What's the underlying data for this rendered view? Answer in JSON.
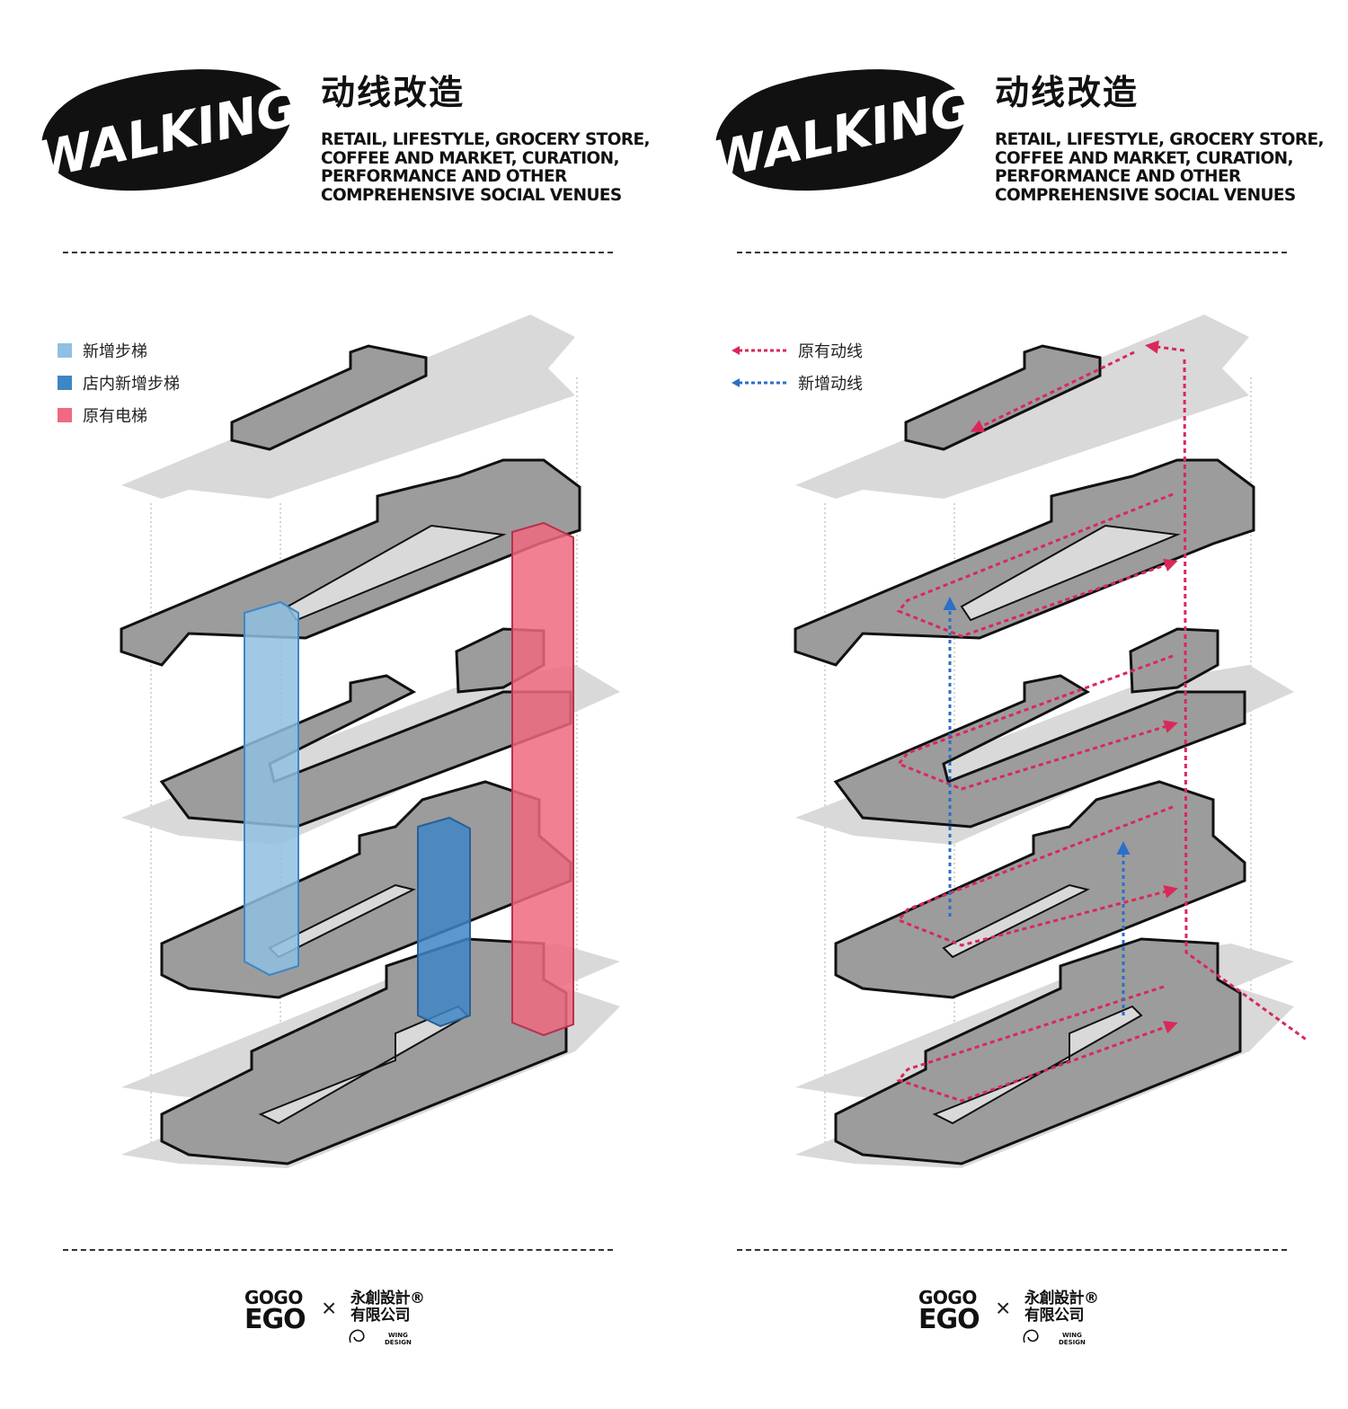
{
  "panels": [
    {
      "logo_text": "WALKING",
      "title": "动线改造",
      "subtitle_lines": [
        "RETAIL, LIFESTYLE, GROCERY STORE,",
        "COFFEE AND MARKET, CURATION,",
        "PERFORMANCE AND OTHER",
        "COMPREHENSIVE SOCIAL VENUES"
      ],
      "legend": [
        {
          "label": "新增步梯",
          "color": "#8fc0e2"
        },
        {
          "label": "店内新增步梯",
          "color": "#3f86c4"
        },
        {
          "label": "原有电梯",
          "color": "#ef6a80"
        }
      ]
    },
    {
      "logo_text": "WALKING",
      "title": "动线改造",
      "subtitle_lines": [
        "RETAIL, LIFESTYLE, GROCERY STORE,",
        "COFFEE AND MARKET, CURATION,",
        "PERFORMANCE AND OTHER",
        "COMPREHENSIVE SOCIAL VENUES"
      ],
      "legend": [
        {
          "label": "原有动线",
          "color": "#d9285a"
        },
        {
          "label": "新增动线",
          "color": "#2a6fc9"
        }
      ]
    }
  ],
  "footer": {
    "brand_line1": "GOGO",
    "brand_line2": "EGO",
    "times": "×",
    "partner_line1": "永創設計®",
    "partner_line2": "有限公司",
    "partner_en_1": "WING",
    "partner_en_2": "DESIGN"
  },
  "colors": {
    "slab": "#9c9c9c",
    "slab_shadow": "#c9c9c9",
    "ground": "#d9d9d9",
    "stair_new": "#8fc0e2",
    "stair_store": "#3f86c4",
    "elevator": "#ef6a80",
    "route_existing": "#d9285a",
    "route_new": "#2a6fc9"
  }
}
